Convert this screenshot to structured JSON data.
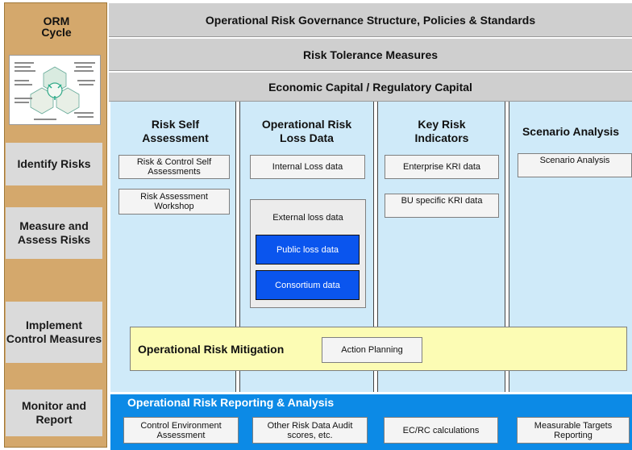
{
  "sidebar": {
    "title": "ORM Cycle",
    "stages": [
      "Identify Risks",
      "Measure and Assess Risks",
      "Implement Control Measures",
      "Monitor and Report"
    ]
  },
  "banners": {
    "governance": "Operational Risk Governance Structure, Policies & Standards",
    "tolerance": "Risk Tolerance Measures",
    "capital": "Economic Capital / Regulatory Capital"
  },
  "columns": {
    "rsa": {
      "title": "Risk Self Assessment",
      "items": [
        "Risk & Control Self Assessments",
        "Risk Assessment Workshop"
      ]
    },
    "loss": {
      "title": "Operational Risk Loss Data",
      "internal": "Internal Loss data",
      "external": "External loss data",
      "public": "Public loss data",
      "consortium": "Consortium data"
    },
    "kri": {
      "title": "Key Risk Indicators",
      "items": [
        "Enterprise KRI data",
        "BU specific KRI data"
      ]
    },
    "scenario": {
      "title": "Scenario Analysis",
      "items": [
        "Scenario Analysis"
      ]
    }
  },
  "mitigation": {
    "title": "Operational Risk Mitigation",
    "action": "Action Planning"
  },
  "reporting": {
    "title": "Operational Risk Reporting & Analysis",
    "items": [
      "Control Environment Assessment",
      "Other Risk Data Audit scores, etc.",
      "EC/RC calculations",
      "Measurable Targets Reporting"
    ]
  },
  "colors": {
    "sidebar": "#d4a86c",
    "column_bg": "#cfeaf9",
    "banner": "#cfcfcf",
    "mitigation": "#fcfcb4",
    "reporting": "#0c8ae6",
    "loss_box": "#0a55ee"
  }
}
